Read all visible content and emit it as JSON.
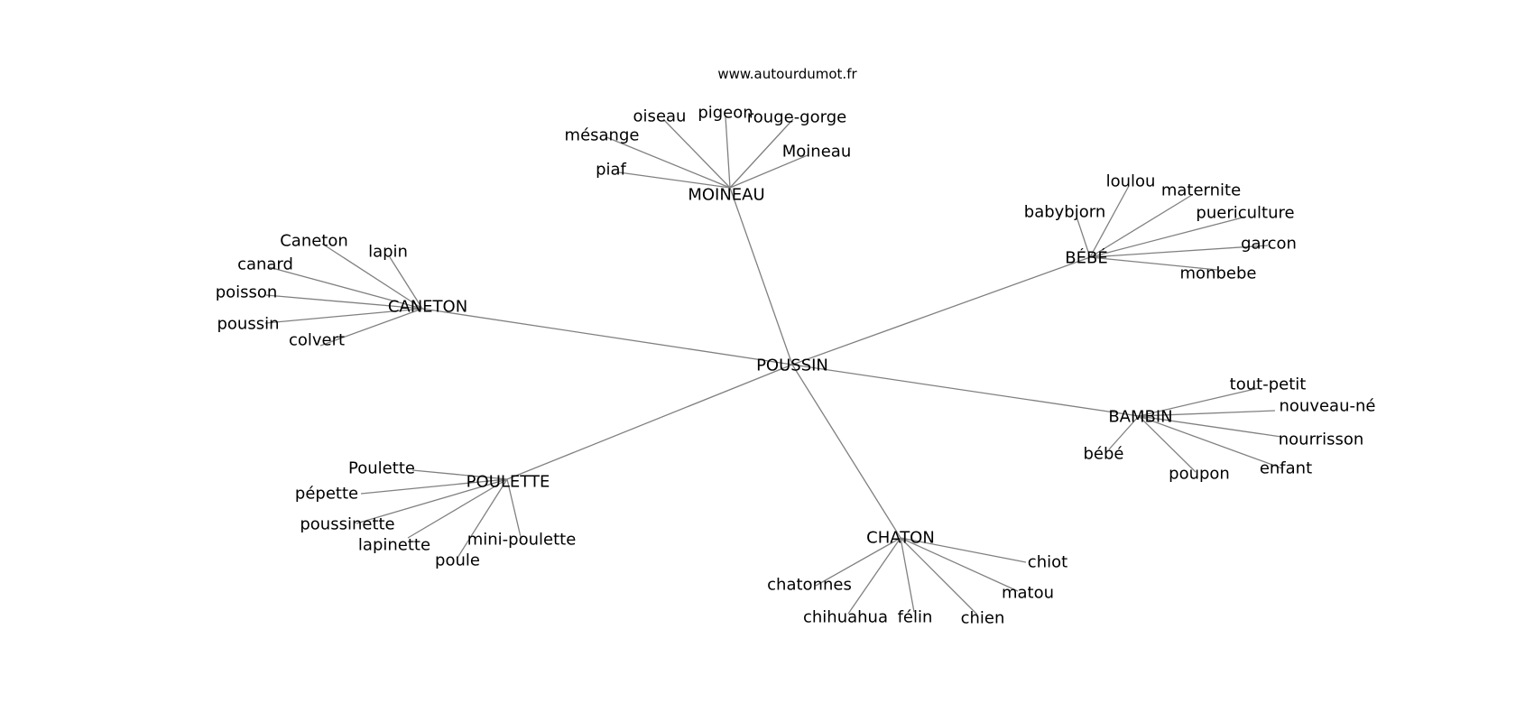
{
  "source": "www.autourdumot.fr",
  "graph": {
    "center": "POUSSIN",
    "clusters": [
      {
        "hub": "MOINEAU",
        "words": [
          "oiseau",
          "pigeon",
          "rouge-gorge",
          "mésange",
          "Moineau",
          "piaf"
        ]
      },
      {
        "hub": "BÉBÉ",
        "words": [
          "loulou",
          "maternite",
          "babybjorn",
          "puericulture",
          "garcon",
          "monbebe"
        ]
      },
      {
        "hub": "CANETON",
        "words": [
          "Caneton",
          "lapin",
          "canard",
          "poisson",
          "poussin",
          "colvert"
        ]
      },
      {
        "hub": "BAMBIN",
        "words": [
          "tout-petit",
          "nouveau-né",
          "nourrisson",
          "bébé",
          "enfant",
          "poupon"
        ]
      },
      {
        "hub": "POULETTE",
        "words": [
          "Poulette",
          "pépette",
          "poussinette",
          "lapinette",
          "mini-poulette",
          "poule"
        ]
      },
      {
        "hub": "CHATON",
        "words": [
          "chiot",
          "chatonnes",
          "matou",
          "chihuahua",
          "félin",
          "chien"
        ]
      }
    ]
  },
  "colors": {
    "edge": "#808080",
    "text": "#000000",
    "background": "#ffffff"
  }
}
